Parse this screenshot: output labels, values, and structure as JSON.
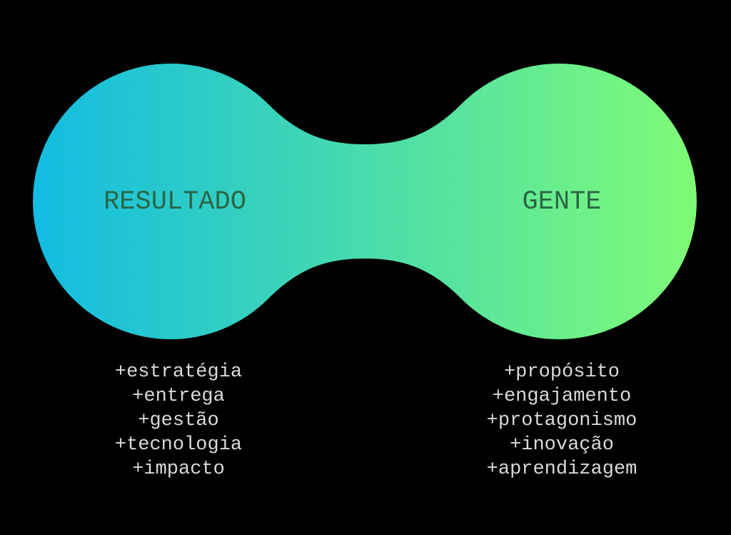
{
  "colors": {
    "gradient_start": "#12bce2",
    "gradient_end": "#80fb76",
    "label": "#2b6645",
    "list_text": "#d9d9d9",
    "background": "#000000"
  },
  "left": {
    "title": "RESULTADO",
    "items": [
      "+estratégia",
      "+entrega",
      "+gestão",
      "+tecnologia",
      "+impacto"
    ]
  },
  "right": {
    "title": "GENTE",
    "items": [
      "+propósito",
      "+engajamento",
      "+protagonismo",
      "+inovação",
      "+aprendizagem"
    ]
  }
}
